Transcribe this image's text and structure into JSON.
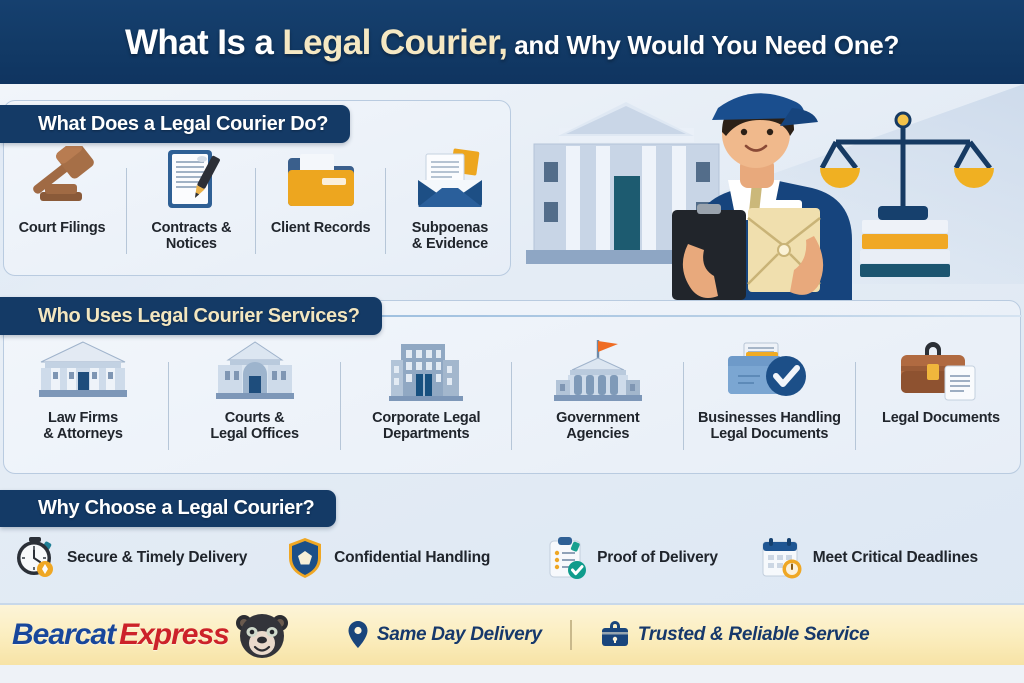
{
  "header": {
    "title_part1": "What Is a ",
    "title_highlight": "Legal Courier,",
    "title_part2": " and Why Would You Need One?"
  },
  "colors": {
    "navy": "#143a66",
    "header_navy": "#123a66",
    "cream": "#f3e6bf",
    "gold": "#efa724",
    "brand_blue": "#18479b",
    "brand_red": "#cc2229",
    "footer_bg": "#fbeec0",
    "card_bg": "#eaf1f8",
    "text_dark": "#20252c"
  },
  "sections": [
    {
      "id": "what-does-a-legal-courier-do",
      "heading": "What Does a Legal Courier Do?",
      "heading_style": "white",
      "items": [
        {
          "label": "Court Filings",
          "icon": "gavel-icon"
        },
        {
          "label": "Contracts & Notices",
          "icon": "contract-pen-icon"
        },
        {
          "label": "Client Records",
          "icon": "folder-icon"
        },
        {
          "label": "Subpoenas\n& Evidence",
          "icon": "envelope-documents-icon"
        }
      ]
    },
    {
      "id": "who-uses-legal-courier-services",
      "heading": "Who Uses Legal Courier Services?",
      "heading_style": "cream",
      "items": [
        {
          "label": "Law Firms\n& Attorneys",
          "icon": "courthouse-columns-icon"
        },
        {
          "label": "Courts &\nLegal Offices",
          "icon": "courthouse-dome-icon"
        },
        {
          "label": "Corporate Legal\nDepartments",
          "icon": "office-building-icon"
        },
        {
          "label": "Government\nAgencies",
          "icon": "government-building-flag-icon"
        },
        {
          "label": "Businesses Handling\nLegal Documents",
          "icon": "folder-check-icon"
        },
        {
          "label": "Legal Documents",
          "icon": "briefcase-document-icon"
        }
      ]
    },
    {
      "id": "why-choose-a-legal-courier",
      "heading": "Why Choose a Legal Courier?",
      "heading_style": "white",
      "items": [
        {
          "label": "Secure & Timely Delivery",
          "icon": "stopwatch-icon"
        },
        {
          "label": "Confidential Handling",
          "icon": "shield-lock-icon"
        },
        {
          "label": "Proof of Delivery",
          "icon": "clipboard-check-icon"
        },
        {
          "label": "Meet Critical Deadlines",
          "icon": "calendar-clock-icon"
        }
      ]
    }
  ],
  "hero": {
    "alt": "Legal courier holding clipboard and envelope in front of courthouse with scales of justice and law books",
    "elements": [
      "courier-person",
      "delivery-cap",
      "clipboard",
      "manila-envelope",
      "courthouse",
      "scales-of-justice",
      "law-books"
    ]
  },
  "footer": {
    "logo_part1": "Bearcat",
    "logo_part2": "Express",
    "mascot": "bearcat-mascot-icon",
    "items": [
      {
        "label": "Same Day Delivery",
        "icon": "location-pin-icon"
      },
      {
        "label": "Trusted & Reliable Service",
        "icon": "briefcase-lock-icon"
      }
    ]
  }
}
